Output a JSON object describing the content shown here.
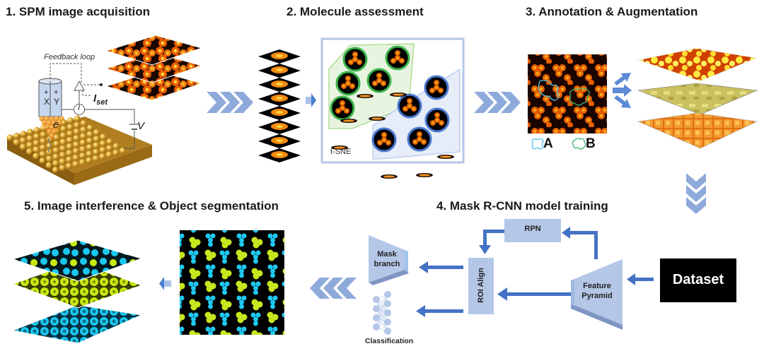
{
  "steps": {
    "s1": {
      "title": "1. SPM image acquisition",
      "feedback_label": "Feedback loop",
      "current_label": "I",
      "iset_main": "I",
      "iset_sub": "set",
      "electron_label": "e",
      "voltage_label": "V",
      "piezo_plus_x": "+",
      "piezo_plus_y": "+",
      "piezo_x": "X",
      "piezo_y": "Y"
    },
    "s2": {
      "title": "2. Molecule assessment",
      "tsne_label": "t-SNE"
    },
    "s3": {
      "title": "3. Annotation & Augmentation",
      "legend_a": "A",
      "legend_b": "B"
    },
    "s4": {
      "title": "4. Mask R-CNN  model training",
      "rpn": "RPN",
      "roi_align": "ROI Align",
      "mask_branch_1": "Mask",
      "mask_branch_2": "branch",
      "feature_1": "Feature",
      "feature_2": "Pyramid",
      "classification": "Classification",
      "dataset": "Dataset"
    },
    "s5": {
      "title": "5. Image interference & Object segmentation"
    }
  },
  "colors": {
    "chevron": "#8eaadb",
    "arrow": "#4472c4",
    "box_fill": "#b4c7e7",
    "box_dark": "#7f96c4",
    "cluster_green": "#3cb44b",
    "cluster_blue": "#4a78d0",
    "annot_a": "#4fc3e6",
    "annot_b": "#3cb371",
    "seg_cyan": "#1ec8f0",
    "seg_yellow": "#c8e61e",
    "stm_orange": "#ff8c00",
    "gold": "#d4a020"
  }
}
